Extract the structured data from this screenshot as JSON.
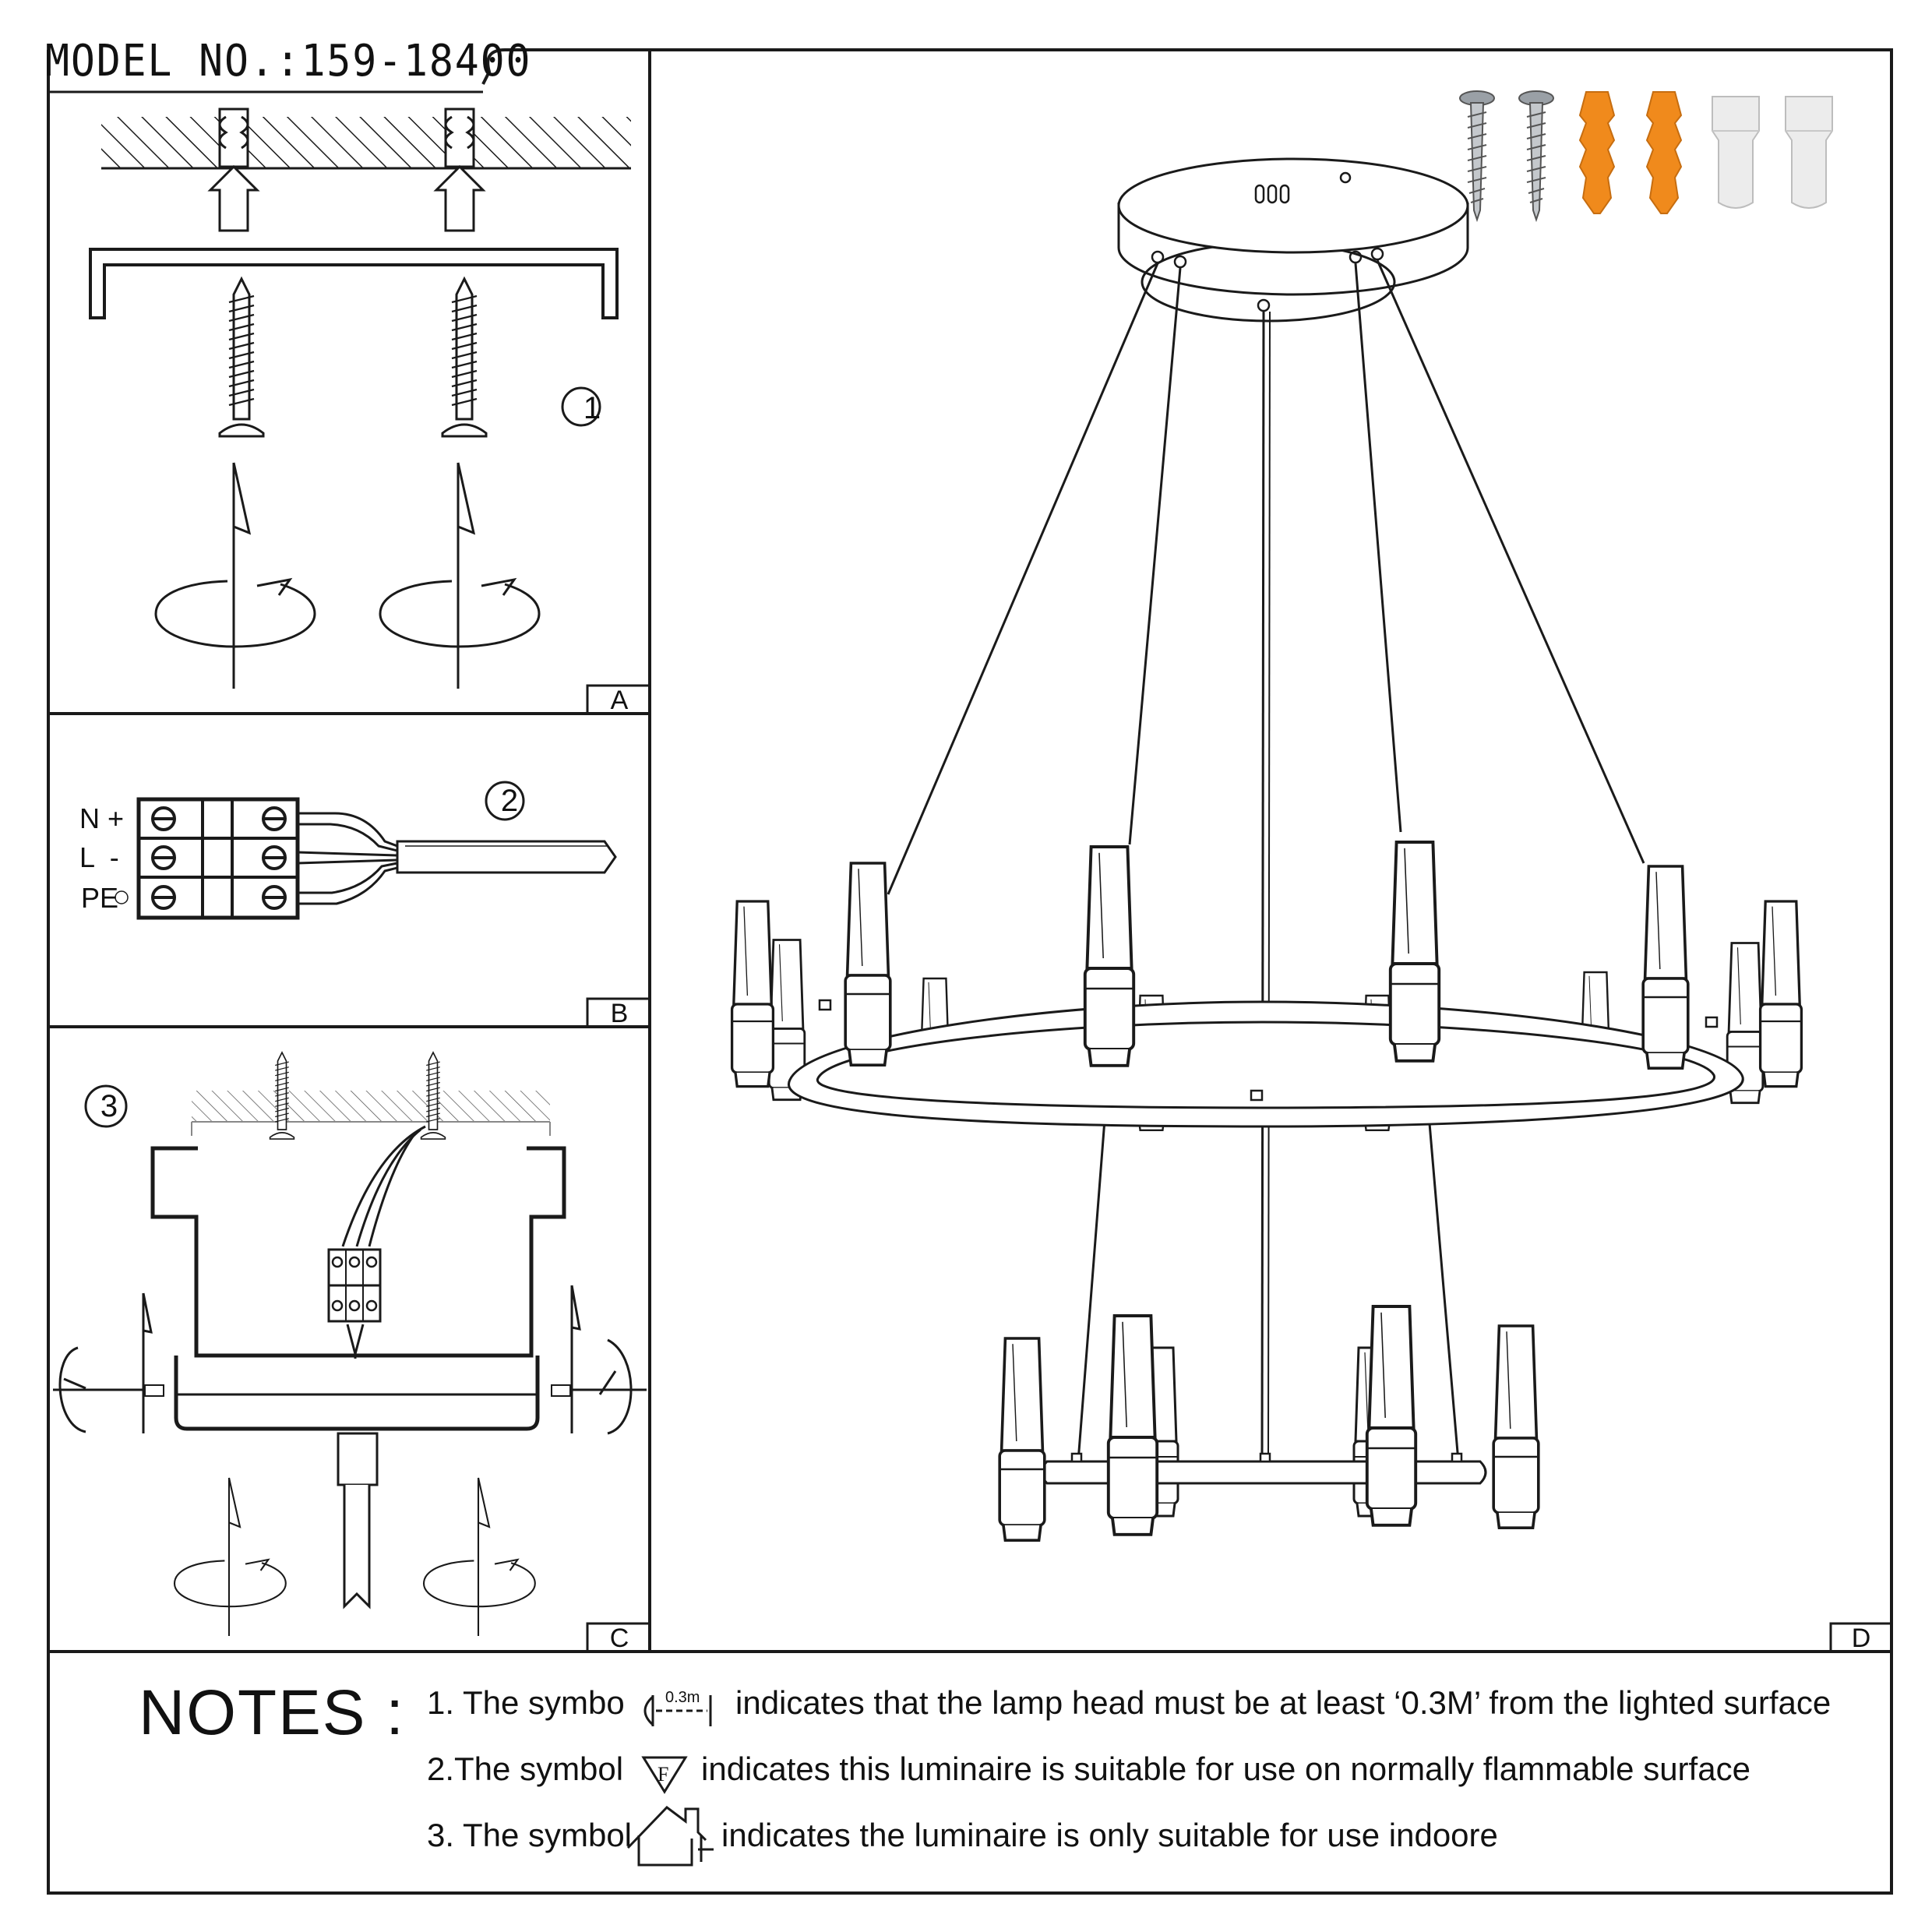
{
  "header": {
    "model_label": "MODEL NO.:159-18400"
  },
  "panels": {
    "a": {
      "tag": "A",
      "step": "1"
    },
    "b": {
      "tag": "B",
      "step": "2",
      "terminals": [
        "N +",
        "L  -",
        "PE"
      ]
    },
    "c": {
      "tag": "C",
      "step": "3"
    },
    "d": {
      "tag": "D"
    }
  },
  "accessories": [
    "screw",
    "screw",
    "wall-anchor",
    "wall-anchor",
    "wire-connector",
    "wire-connector"
  ],
  "colors": {
    "line": "#1a1a1a",
    "anchor": "#f08a1c",
    "screw": "#9aa0a6",
    "connector": "#e9e9e9"
  },
  "notes": {
    "title": "NOTES :",
    "line1_prefix": "1. The symbo",
    "line1_symbol_text": "0.3m",
    "line1_suffix": "indicates that the lamp head must be at least ‘0.3M’ from the lighted surface",
    "line2_prefix": "2.The symbol",
    "line2_symbol_text": "F",
    "line2_suffix": "indicates this luminaire is suitable for use on normally flammable surface",
    "line3_prefix": "3. The symbol",
    "line3_suffix": "indicates the luminaire is only suitable for use indoore"
  }
}
